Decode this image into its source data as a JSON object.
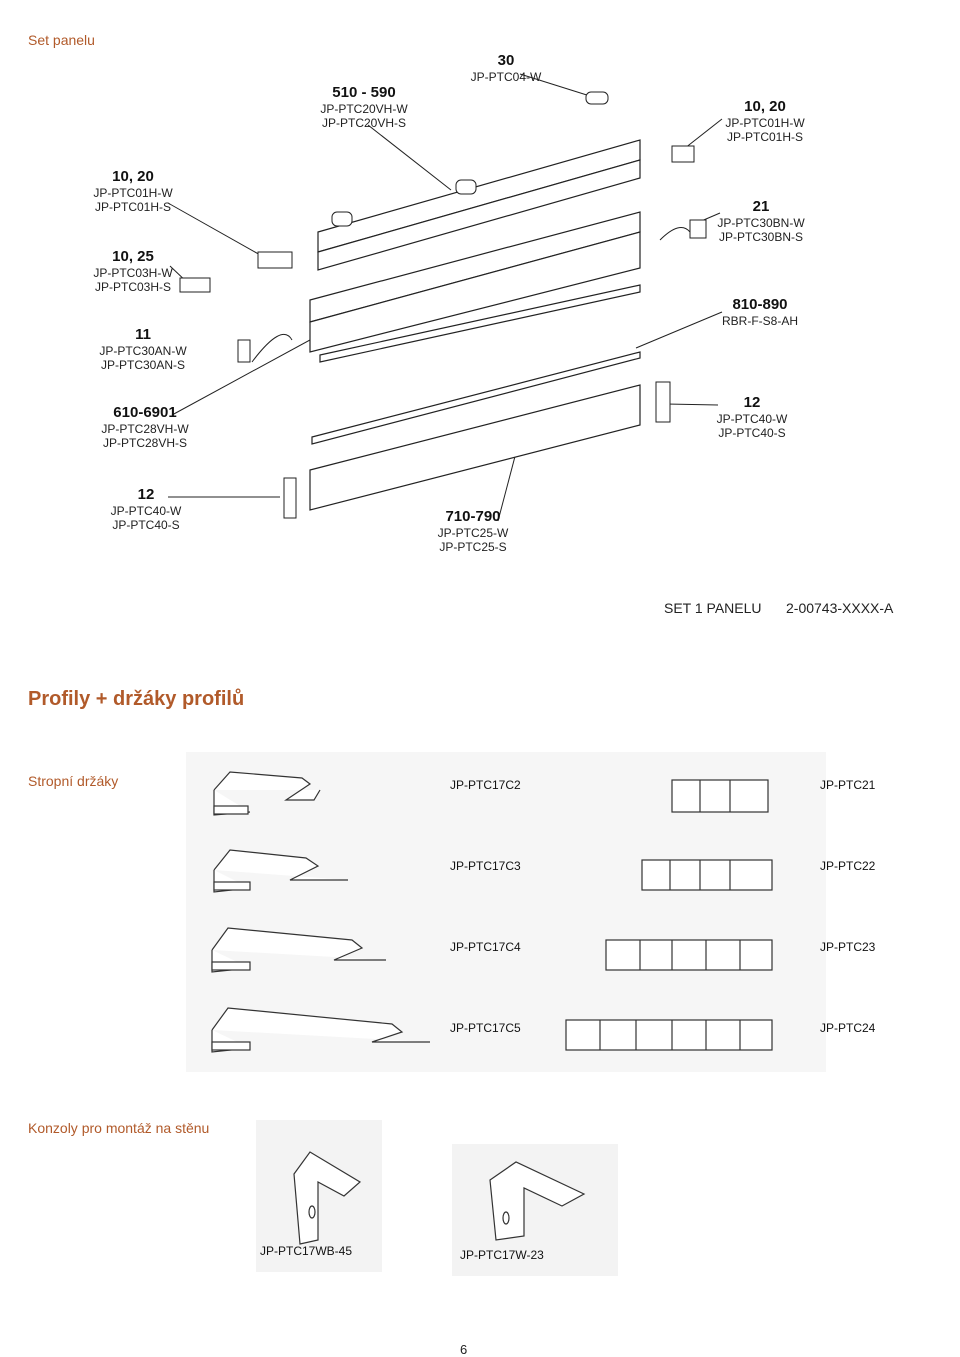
{
  "header": {
    "title": "Set panelu"
  },
  "callouts": {
    "c1": {
      "num": "10, 20",
      "codes": [
        "JP-PTC01H-W",
        "JP-PTC01H-S"
      ]
    },
    "c2": {
      "num": "10, 25",
      "codes": [
        "JP-PTC03H-W",
        "JP-PTC03H-S"
      ]
    },
    "c3": {
      "num": "11",
      "codes": [
        "JP-PTC30AN-W",
        "JP-PTC30AN-S"
      ]
    },
    "c4": {
      "num": "610-6901",
      "codes": [
        "JP-PTC28VH-W",
        "JP-PTC28VH-S"
      ]
    },
    "c5": {
      "num": "12",
      "codes": [
        "JP-PTC40-W",
        "JP-PTC40-S"
      ]
    },
    "c6": {
      "num": "510 - 590",
      "codes": [
        "JP-PTC20VH-W",
        "JP-PTC20VH-S"
      ]
    },
    "c7": {
      "num": "30",
      "codes": [
        "JP-PTC04-W"
      ]
    },
    "c8": {
      "num": "10, 20",
      "codes": [
        "JP-PTC01H-W",
        "JP-PTC01H-S"
      ]
    },
    "c9": {
      "num": "21",
      "codes": [
        "JP-PTC30BN-W",
        "JP-PTC30BN-S"
      ]
    },
    "c10": {
      "num": "810-890",
      "codes": [
        "RBR-F-S8-AH"
      ]
    },
    "c11": {
      "num": "12",
      "codes": [
        "JP-PTC40-W",
        "JP-PTC40-S"
      ]
    },
    "c12": {
      "num": "710-790",
      "codes": [
        "JP-PTC25-W",
        "JP-PTC25-S"
      ]
    }
  },
  "set_line": {
    "label": "SET 1 PANELU",
    "code": "2-00743-XXXX-A"
  },
  "section2": {
    "title": "Profily + držáky profilů"
  },
  "ceiling": {
    "label": "Stropní držáky",
    "rows": [
      {
        "bracket": "JP-PTC17C2",
        "profile": "JP-PTC21"
      },
      {
        "bracket": "JP-PTC17C3",
        "profile": "JP-PTC22"
      },
      {
        "bracket": "JP-PTC17C4",
        "profile": "JP-PTC23"
      },
      {
        "bracket": "JP-PTC17C5",
        "profile": "JP-PTC24"
      }
    ]
  },
  "wall": {
    "label": "Konzoly pro montáž na stěnu",
    "items": [
      "JP-PTC17WB-45",
      "JP-PTC17W-23"
    ]
  },
  "page": {
    "number": "6"
  }
}
